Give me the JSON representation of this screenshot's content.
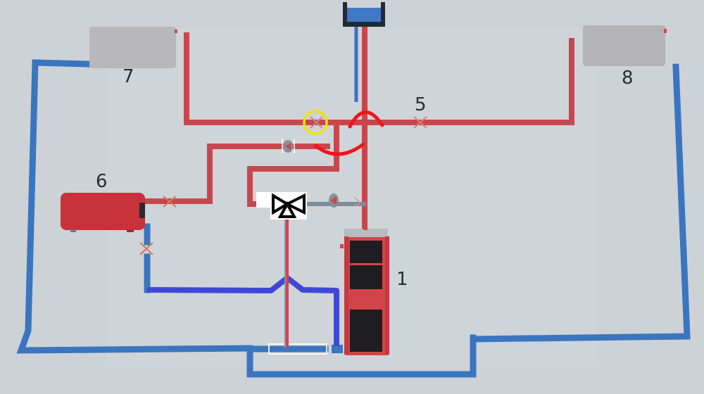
{
  "diagram": {
    "title": "Heating system schematic with boiler, tanks and radiators",
    "colors": {
      "background": "#ccd1d5",
      "supply_pipe": "#c8474f",
      "return_pipe": "#3a75c0",
      "highlight_return": "#3f48d6",
      "annotation_red": "#f2141c",
      "annotation_yellow": "#f0e30c",
      "radiator": "#b3b3b8",
      "tank": "#c8323a",
      "boiler_body": "#d2444a",
      "boiler_panel": "#1d1d22"
    },
    "labels": {
      "boiler": "1",
      "valve_5": "5",
      "tank_6": "6",
      "radiator_7": "7",
      "radiator_8": "8"
    },
    "components": [
      {
        "id": "1",
        "type": "boiler",
        "description": "Solid fuel boiler"
      },
      {
        "id": "5",
        "type": "shutoff-valve",
        "description": "Valve on supply line to radiator 8"
      },
      {
        "id": "6",
        "type": "storage-tank",
        "description": "Hot water storage tank"
      },
      {
        "id": "7",
        "type": "radiator",
        "description": "Left radiator"
      },
      {
        "id": "8",
        "type": "radiator",
        "description": "Right radiator"
      },
      {
        "id": "expansion",
        "type": "expansion-tank",
        "description": "Open expansion tank at top"
      },
      {
        "id": "three-way",
        "type": "three-way-valve",
        "description": "Mixing valve"
      },
      {
        "id": "pump-1",
        "type": "circulation-pump"
      },
      {
        "id": "pump-2",
        "type": "circulation-pump"
      }
    ],
    "annotations": [
      {
        "type": "circle",
        "color": "yellow",
        "target": "valve near tee on supply line"
      },
      {
        "type": "arc",
        "color": "red",
        "shape": "bridge-up"
      },
      {
        "type": "arc",
        "color": "red",
        "shape": "bridge-down"
      },
      {
        "type": "bridge",
        "color": "blue",
        "target": "return line crossing"
      }
    ]
  }
}
